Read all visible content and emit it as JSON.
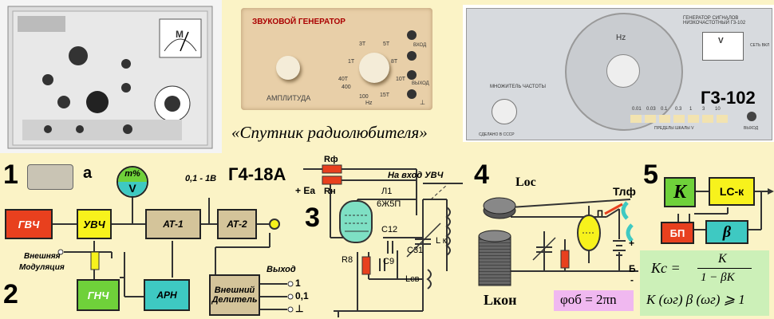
{
  "caption": "«Спутник радиолюбителя»",
  "photo1": {
    "panel_label": "М"
  },
  "photo2": {
    "title": "ЗВУКОВОЙ ГЕНЕРАТОР",
    "knob_left": "АМПЛИТУДА",
    "dial_marks": [
      "3T",
      "5T",
      "1T",
      "8T",
      "40T",
      "10T",
      "400",
      "100",
      "15T",
      "Hz"
    ],
    "jacks": [
      "ВХОД",
      "ВЫХОД",
      "⊥"
    ]
  },
  "photo3": {
    "header": "ГЕНЕРАТОР СИГНАЛОВ НИЗКОЧАСТОТНЫЙ Г3-102",
    "model": "Г3-102",
    "dial_hz": "Hz",
    "meter_v": "V",
    "multiplier_label": "МНОЖИТЕЛЬ ЧАСТОТЫ",
    "made_in": "СДЕЛАНО В СССР",
    "scale_values": [
      "0.01",
      "0.03",
      "0.1",
      "0.3",
      "1",
      "3",
      "10"
    ],
    "scale_label": "ПРЕДЕЛЫ ШКАЛЫ V",
    "output_label": "ВЫХОД",
    "net_label": "СЕТЬ ВКЛ"
  },
  "diagram1": {
    "number": "1",
    "sub_a": "а",
    "meter_top": "m%",
    "meter_bottom": "V",
    "range_label": "0,1 - 1В",
    "model_label": "Г4-18А",
    "blocks": {
      "gvch": "ГВЧ",
      "uvch": "УВЧ",
      "at1": "АТ-1",
      "at2": "АТ-2",
      "gnch": "ГНЧ",
      "arn": "АРН",
      "divider_line1": "Внешний",
      "divider_line2": "Делитель"
    },
    "ext_mod_line1": "Внешняя",
    "ext_mod_line2": "Модуляция",
    "output_label": "Выход",
    "output_values": [
      "1",
      "0,1",
      "⊥"
    ]
  },
  "diagram2": {
    "number": "2"
  },
  "diagram3": {
    "number": "3",
    "ea": "+ Еа",
    "rf": "Rф",
    "rn": "Rн",
    "to_uvch": "На вход УВЧ",
    "tube_line1": "Л1",
    "tube_line2": "6Ж5П",
    "c12": "С12",
    "r8": "R8",
    "c9": "С9",
    "c31": "С31",
    "lk": "L к",
    "lsv": "Lсв"
  },
  "diagram4": {
    "number": "4",
    "loc": "Lос",
    "tlf": "Тлф",
    "p": "П",
    "plus": "+",
    "b": "Б",
    "minus": "-",
    "lkon": "Lкон",
    "formula": "φоб = 2πn"
  },
  "diagram5": {
    "number": "5",
    "k": "K",
    "lck": "LC-к",
    "bp": "БП",
    "beta": "β",
    "formula1_left": "Kс =",
    "formula1_num": "K",
    "formula1_den": "1 − βK",
    "formula2": "K (ωг) β (ωг) ⩾ 1"
  },
  "colors": {
    "background": "#fbf3c6",
    "red_block": "#e8401e",
    "yellow_block": "#f7f21c",
    "tan_block": "#d4c49a",
    "green_block": "#6fd13a",
    "teal_block": "#3ec9c2",
    "formula_bg": "#ccf0b8",
    "phase_bg": "#f0b8f0",
    "tube_fill": "#7ee0c4"
  }
}
